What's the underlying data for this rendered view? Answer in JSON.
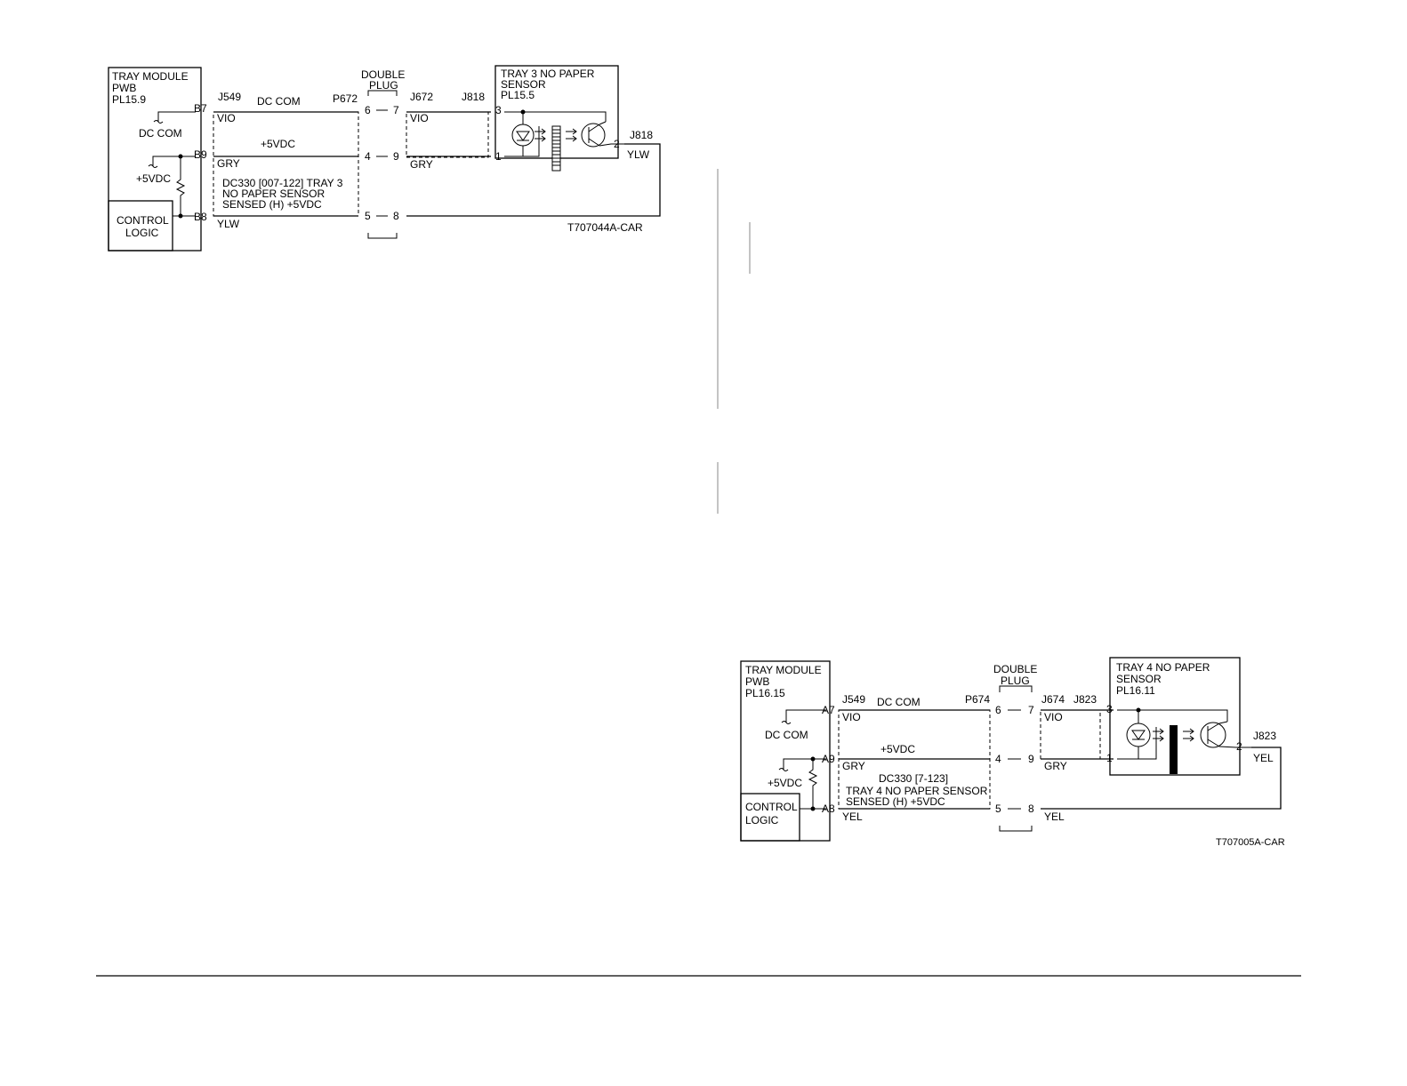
{
  "diagram_top": {
    "module_title": [
      "TRAY MODULE",
      "PWB",
      "PL15.9"
    ],
    "pins": {
      "b7": "B7",
      "b9": "B9",
      "b8": "B8"
    },
    "dc_com_ground": "DC COM",
    "vdc_supply": "+5VDC",
    "control_logic": [
      "CONTROL",
      "LOGIC"
    ],
    "j549": "J549",
    "p672": "P672",
    "j672": "J672",
    "j818_a": "J818",
    "j818_b": "J818",
    "double_plug": [
      "DOUBLE",
      "PLUG"
    ],
    "wire_dc_com": "DC COM",
    "wire_5vdc": "+5VDC",
    "color_vio_a": "VIO",
    "color_vio_b": "VIO",
    "color_gry_a": "GRY",
    "color_gry_b": "GRY",
    "color_ylw_a": "YLW",
    "color_ylw_b": "YLW",
    "dc330_note": [
      "DC330 [007-122] TRAY 3",
      "NO PAPER SENSOR",
      "SENSED (H) +5VDC"
    ],
    "plug_pins": {
      "p6": "6",
      "p7": "7",
      "p4": "4",
      "p9": "9",
      "p5": "5",
      "p8": "8"
    },
    "sensor_title": [
      "TRAY 3 NO PAPER",
      "SENSOR",
      "PL15.5"
    ],
    "sensor_pins": {
      "s3": "3",
      "s1": "1",
      "s2": "2"
    },
    "figure_id": "T707044A-CAR"
  },
  "diagram_bottom": {
    "module_title": [
      "TRAY MODULE",
      "PWB",
      "PL16.15"
    ],
    "pins": {
      "a7": "A7",
      "a9": "A9",
      "a8": "A8"
    },
    "dc_com_ground": "DC COM",
    "vdc_supply": "+5VDC",
    "control_logic": [
      "CONTROL",
      "LOGIC"
    ],
    "j549": "J549",
    "p674": "P674",
    "j674": "J674",
    "j823_a": "J823",
    "j823_b": "J823",
    "double_plug": [
      "DOUBLE",
      "PLUG"
    ],
    "wire_dc_com": "DC COM",
    "wire_5vdc": "+5VDC",
    "color_vio": "VIO",
    "color_gry_a": "GRY",
    "color_gry_b": "GRY",
    "color_yel_a": "YEL",
    "color_yel_b": "YEL",
    "color_yel_c": "YEL",
    "dc330_note": [
      "DC330  [7-123]",
      "TRAY 4 NO PAPER SENSOR",
      "SENSED (H) +5VDC"
    ],
    "plug_pins": {
      "p6": "6",
      "p7": "7",
      "p4": "4",
      "p9": "9",
      "p5": "5",
      "p8": "8"
    },
    "sensor_title": [
      "TRAY 4 NO PAPER",
      "SENSOR",
      "PL16.11"
    ],
    "sensor_pins": {
      "s3": "3",
      "s1": "1",
      "s2": "2"
    },
    "figure_id": "T707005A-CAR"
  }
}
